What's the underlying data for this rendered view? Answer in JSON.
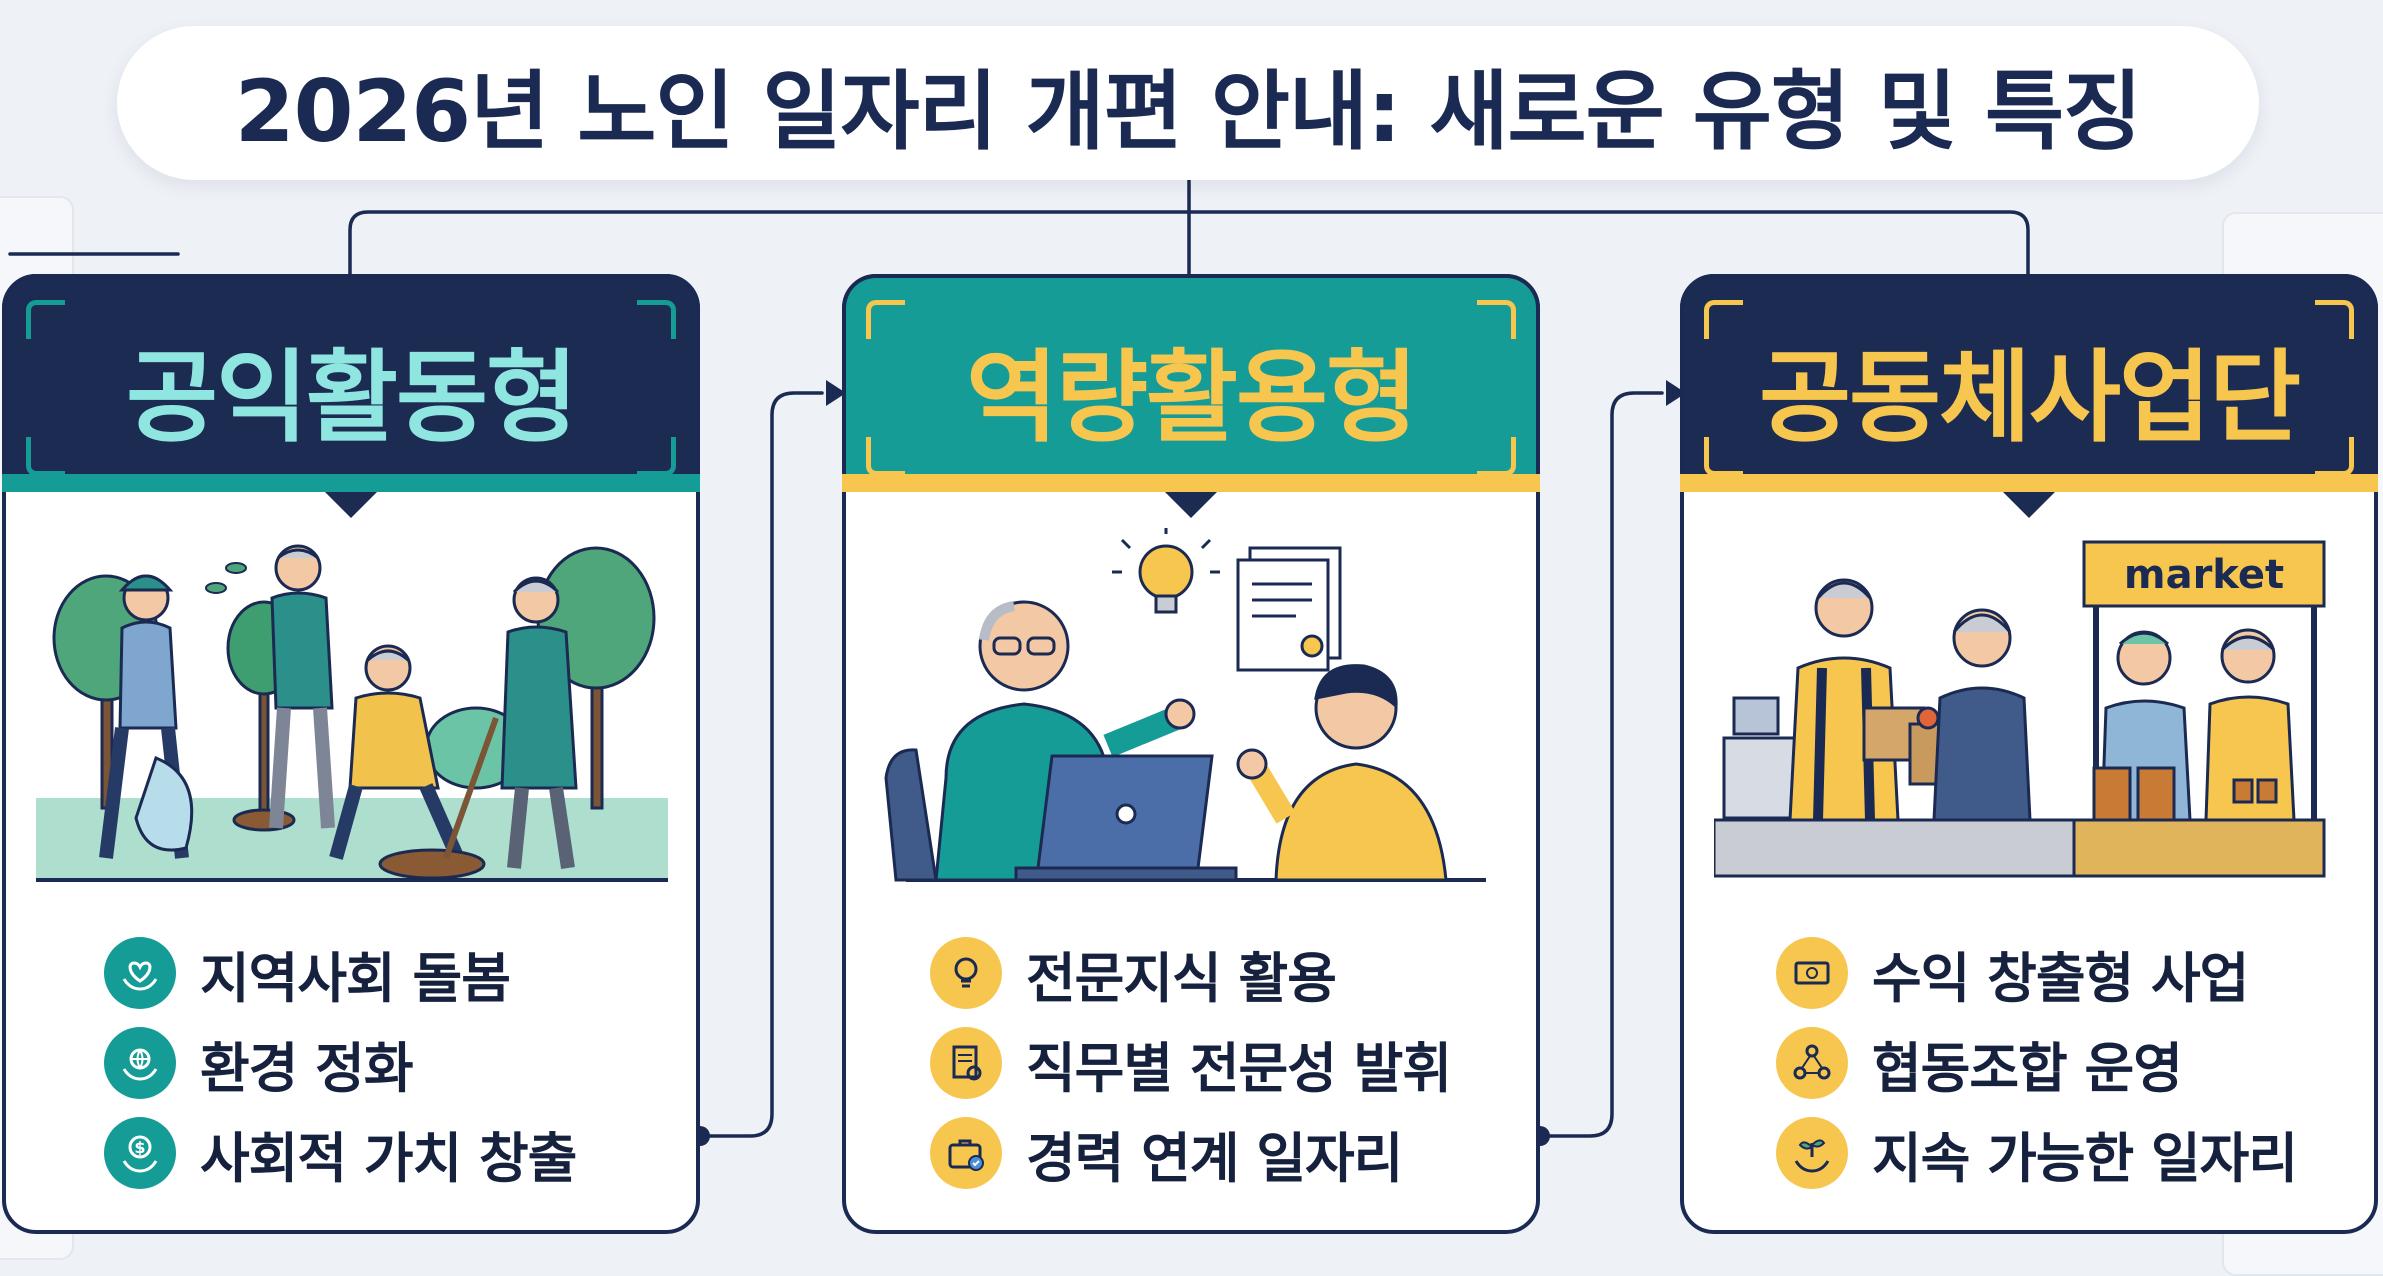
{
  "title": "2026년 노인 일자리 개편 안내: 새로운 유형 및 특징",
  "colors": {
    "navy": "#1c2b52",
    "teal": "#169c97",
    "mint": "#8fe6e0",
    "gold": "#f6c64f",
    "line": "#1b2a52"
  },
  "cards": [
    {
      "title": "공익활동형",
      "band_color": "navy",
      "title_color": "#8fe6e0",
      "illustration": "public-activity-scene",
      "features": [
        {
          "icon": "heart-hands-icon",
          "label": "지역사회 돌봄"
        },
        {
          "icon": "globe-hands-icon",
          "label": "환경 정화"
        },
        {
          "icon": "coin-hand-icon",
          "label": "사회적 가치 창출"
        }
      ]
    },
    {
      "title": "역량활용형",
      "band_color": "teal",
      "title_color": "#f6c64f",
      "illustration": "mentoring-scene",
      "features": [
        {
          "icon": "lightbulb-icon",
          "label": "전문지식 활용"
        },
        {
          "icon": "certificate-icon",
          "label": "직무별 전문성 발휘"
        },
        {
          "icon": "briefcase-check-icon",
          "label": "경력 연계 일자리"
        }
      ]
    },
    {
      "title": "공동체사업단",
      "band_color": "navy",
      "title_color": "#f6c64f",
      "illustration": "market-scene",
      "market_sign": "market",
      "features": [
        {
          "icon": "money-icon",
          "label": "수익 창출형 사업"
        },
        {
          "icon": "people-network-icon",
          "label": "협동조합 운영"
        },
        {
          "icon": "sprout-hand-icon",
          "label": "지속 가능한 일자리"
        }
      ]
    }
  ]
}
